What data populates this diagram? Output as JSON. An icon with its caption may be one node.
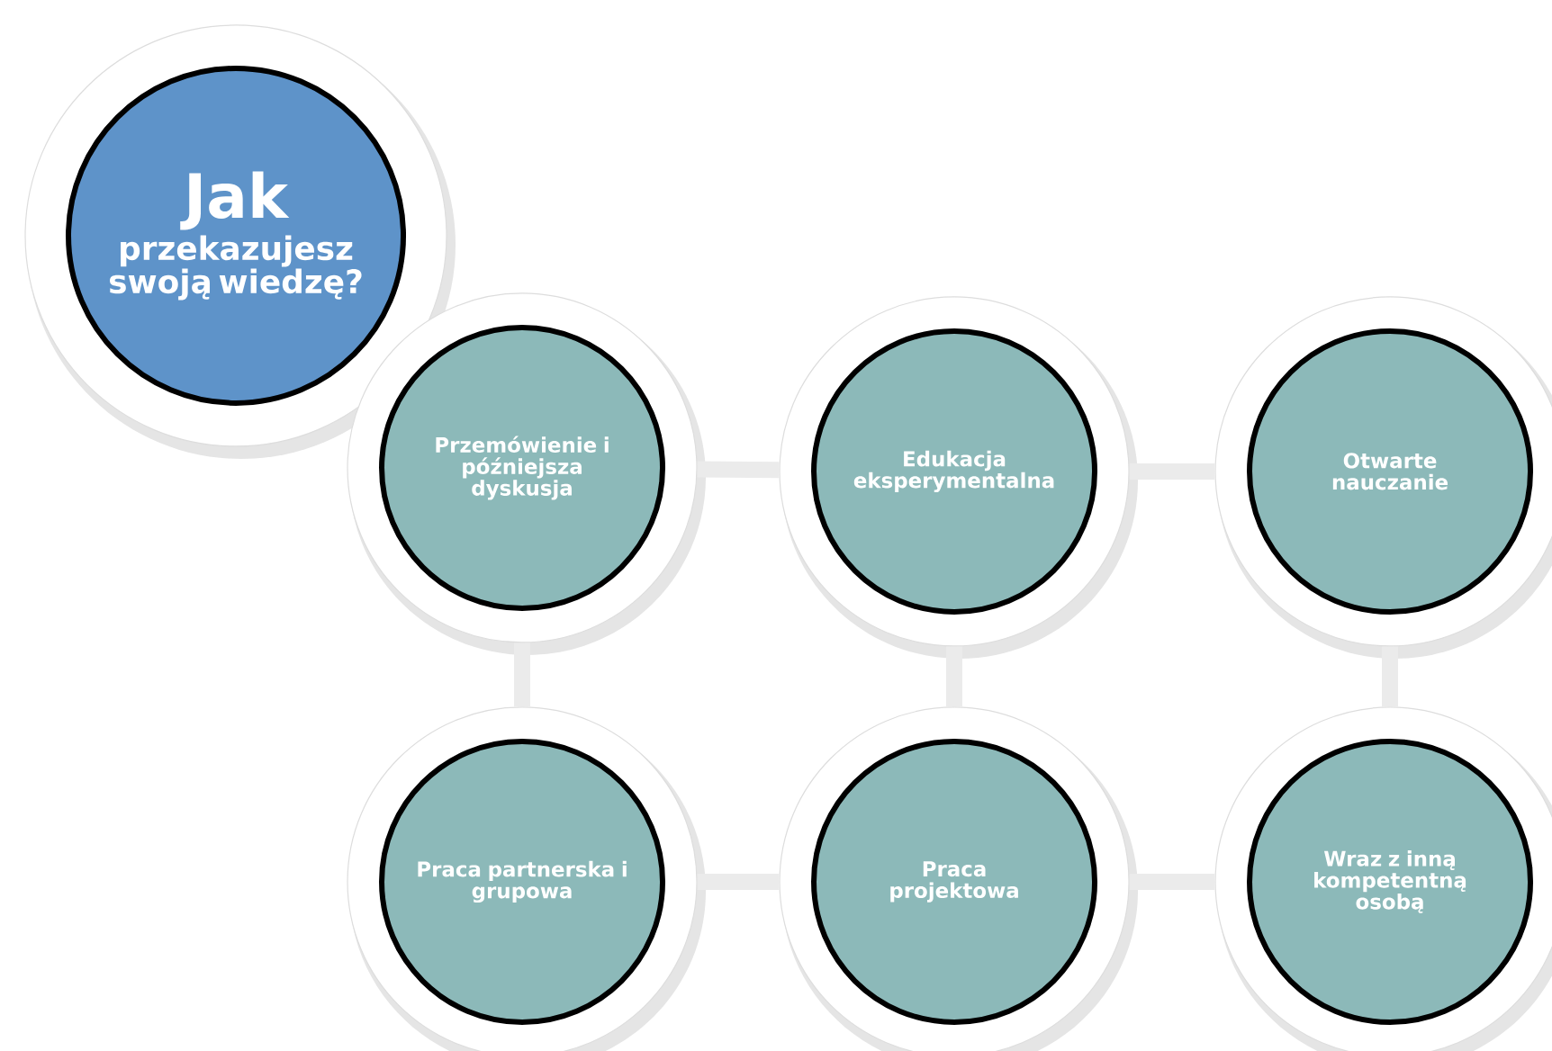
{
  "diagram": {
    "nodes": [
      {
        "text": [
          "Jak",
          "przekazujesz swoją wiedzę?"
        ]
      },
      {
        "text": [
          "Przemówienie i późniejsza dyskusja"
        ]
      },
      {
        "text": [
          "Edukacja eksperymentalna"
        ]
      },
      {
        "text": [
          "Otwarte nauczanie"
        ]
      },
      {
        "text": [
          "Praca partnerska i grupowa"
        ]
      },
      {
        "text": [
          "Praca projektowa"
        ]
      },
      {
        "text": [
          "Wraz z inną kompetentną osobą"
        ]
      }
    ],
    "edges": [
      {
        "from": 1,
        "to": 2,
        "arrow": "none"
      },
      {
        "from": 2,
        "to": 3,
        "arrow": "none"
      },
      {
        "from": 1,
        "to": 4,
        "arrow": "none"
      },
      {
        "from": 2,
        "to": 5,
        "arrow": "none"
      },
      {
        "from": 3,
        "to": 6,
        "arrow": "none"
      },
      {
        "from": 4,
        "to": 5,
        "arrow": "none"
      },
      {
        "from": 5,
        "to": 6,
        "arrow": "none"
      }
    ]
  }
}
